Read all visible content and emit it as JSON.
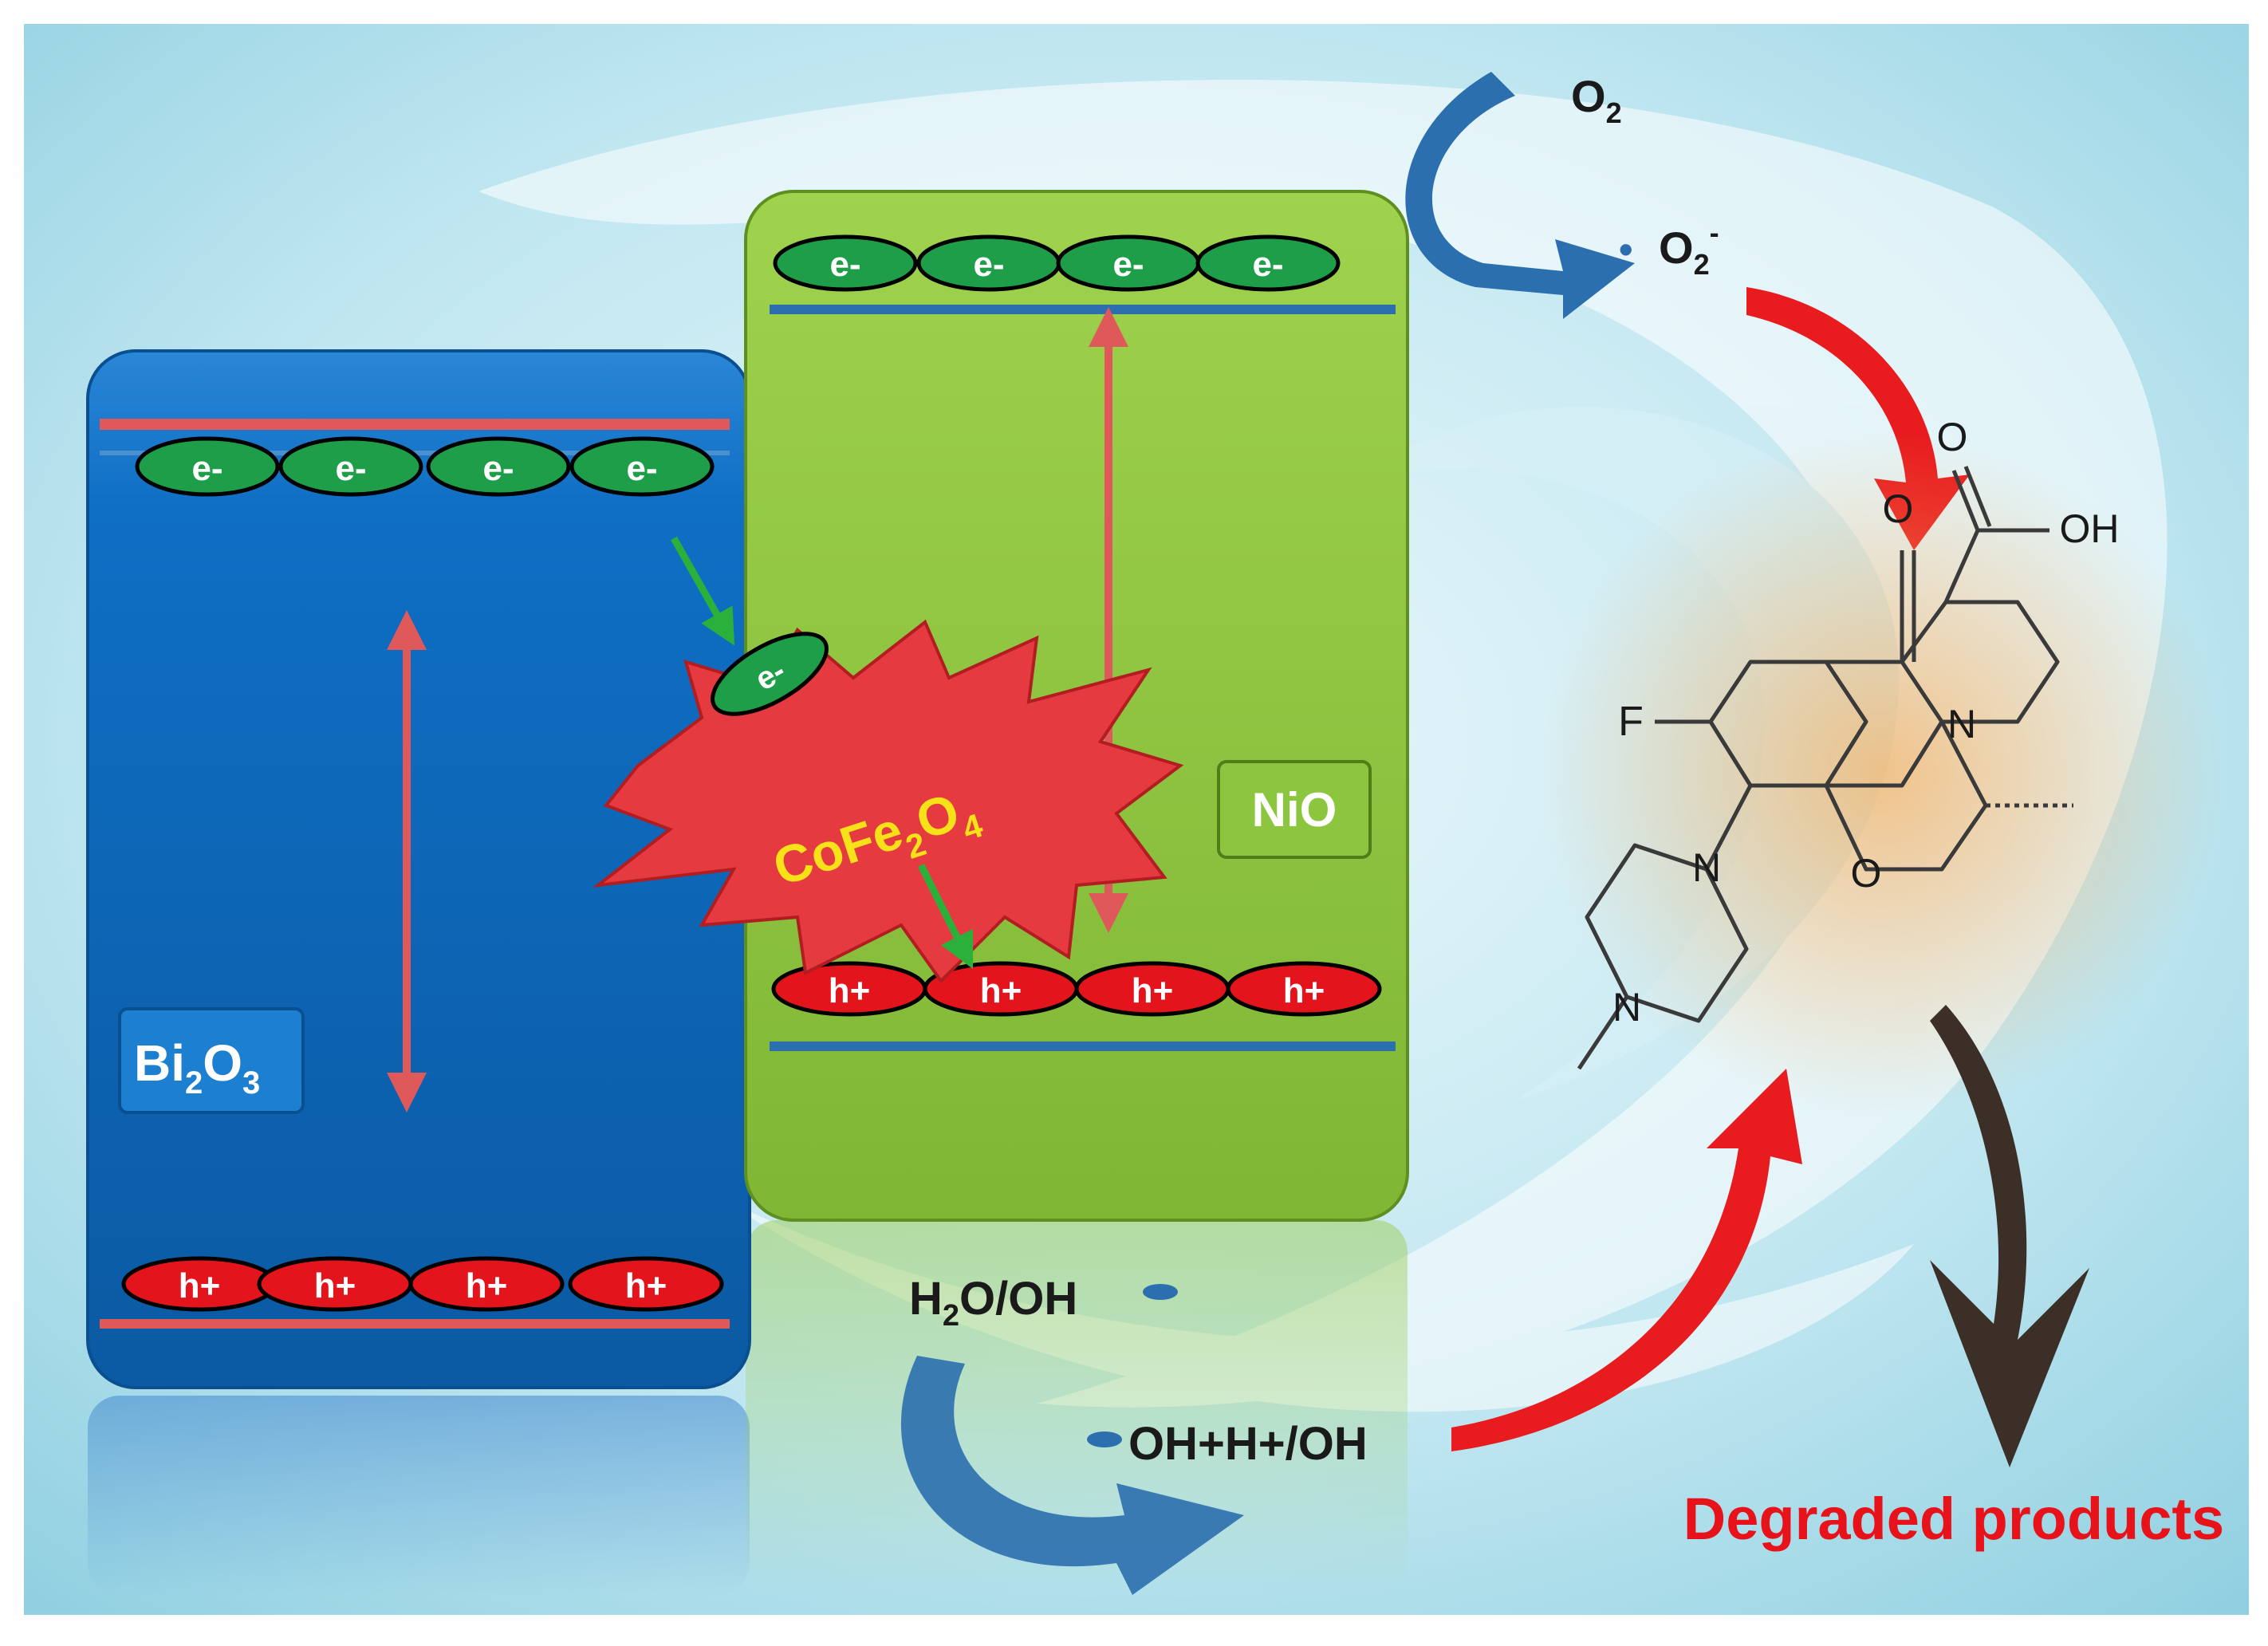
{
  "diagram": {
    "bi2o3": {
      "label_main": "Bi",
      "sub1": "2",
      "mid": "O",
      "sub2": "3"
    },
    "nio": {
      "label": "NiO"
    },
    "cofe2o4": {
      "p1": "CoFe",
      "s1": "2",
      "p2": "O",
      "s2": "4"
    },
    "electron": "e-",
    "hole": "h+",
    "o2": {
      "main": "O",
      "sub": "2"
    },
    "superoxide": {
      "dot": "•",
      "main": "O",
      "sub": "2",
      "sup": "-"
    },
    "water": {
      "p1": "H",
      "s1": "2",
      "p2": "O/OH"
    },
    "hydroxyl": "OH+H+/OH",
    "degraded": "Degraded products",
    "molecule_atoms": {
      "o_keto": "O",
      "o_acid": "O",
      "oh": "OH",
      "f": "F",
      "n_ring": "N",
      "n_pip1": "N",
      "n_pip2": "N",
      "o_ether": "O"
    },
    "colors": {
      "bi2o3_fill": "#0f6fc4",
      "nio_fill": "#8cc63f",
      "electron_fill": "#1f9e4a",
      "hole_fill": "#e3141b",
      "cofe2o4_fill": "#e53a3f",
      "cofe2o4_text": "#f7e21a",
      "degraded_text": "#e8121b",
      "band_line": "#e0595a",
      "blue_arrow": "#2b6fae",
      "red_arrow": "#e81b1e",
      "dark_arrow": "#3b2f28"
    }
  }
}
